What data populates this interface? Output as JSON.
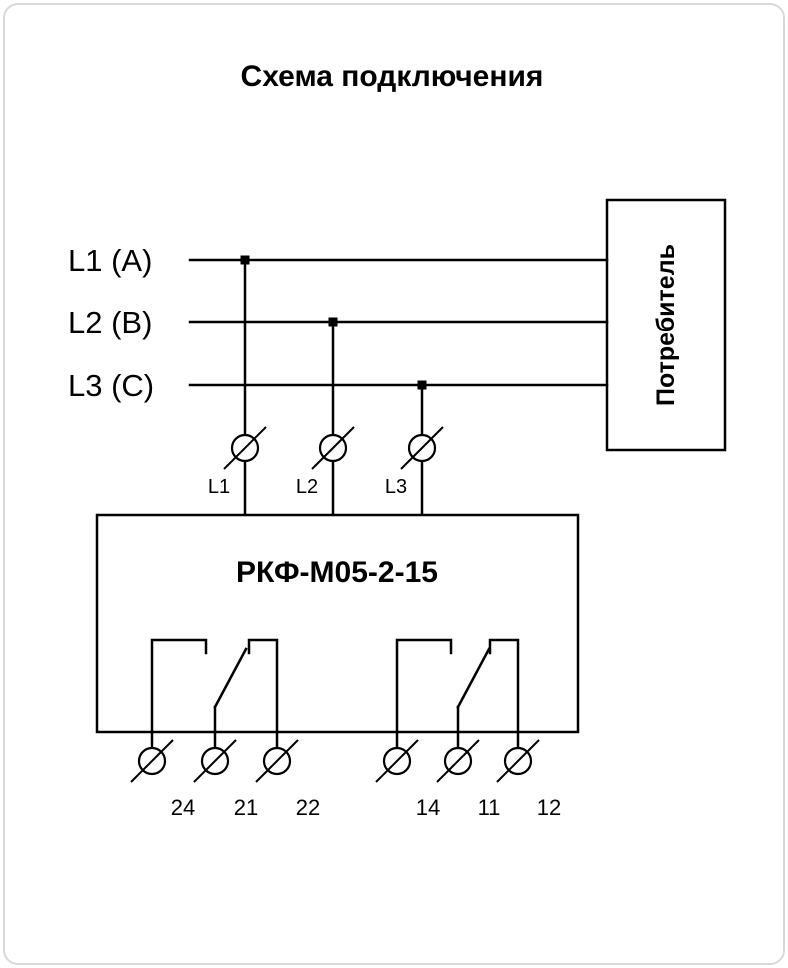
{
  "title": "Схема подключения",
  "phase_inputs": [
    {
      "label": "L1 (A)"
    },
    {
      "label": "L2 (B)"
    },
    {
      "label": "L3 (C)"
    }
  ],
  "consumer": {
    "label": "Потребитель"
  },
  "device": {
    "model": "РКФ-М05-2-15",
    "input_terminals": [
      {
        "label": "L1"
      },
      {
        "label": "L2"
      },
      {
        "label": "L3"
      }
    ],
    "output_terminals": [
      {
        "label": "24"
      },
      {
        "label": "21"
      },
      {
        "label": "22"
      },
      {
        "label": "14"
      },
      {
        "label": "11"
      },
      {
        "label": "12"
      }
    ]
  },
  "colors": {
    "line": "#000000",
    "background": "#ffffff",
    "card_border": "#d9d9d9"
  }
}
